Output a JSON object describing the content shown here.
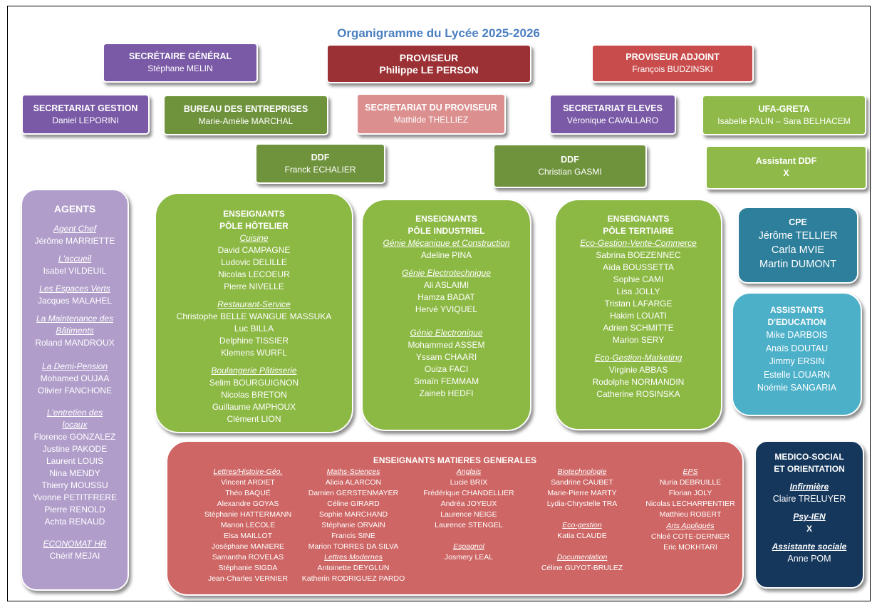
{
  "title": "Organigramme du Lycée 2025-2026",
  "top": {
    "secretaire_general": {
      "title": "SECRÉTAIRE GÉNÉRAL",
      "name": "Stéphane MELIN"
    },
    "proviseur": {
      "title": "PROVISEUR",
      "name": "Philippe LE PERSON"
    },
    "proviseur_adjoint": {
      "title": "PROVISEUR ADJOINT",
      "name": "François BUDZINSKI"
    }
  },
  "row2": {
    "secretariat_gestion": {
      "title": "SECRETARIAT GESTION",
      "name": "Daniel LEPORINI"
    },
    "bureau_entreprises": {
      "title": "BUREAU DES ENTREPRISES",
      "name": "Marie-Amélie MARCHAL"
    },
    "secretariat_proviseur": {
      "title": "SECRETARIAT DU PROVISEUR",
      "name": "Mathilde THELLIEZ"
    },
    "secretariat_eleves": {
      "title": "SECRETARIAT ELEVES",
      "name": "Véronique CAVALLARO"
    },
    "ufa_greta": {
      "title": "UFA-GRETA",
      "name": "Isabelle PALIN – Sara BELHACEM"
    }
  },
  "row3": {
    "ddf1": {
      "title": "DDF",
      "name": "Franck ECHALIER"
    },
    "ddf2": {
      "title": "DDF",
      "name": "Christian GASMI"
    },
    "assistant_ddf": {
      "title": "Assistant DDF",
      "name": "X"
    }
  },
  "agents": {
    "title": "AGENTS",
    "groups": [
      {
        "label": "Agent Chef",
        "names": [
          "Jérôme MARRIETTE"
        ]
      },
      {
        "label": "L'accueil",
        "names": [
          "Isabel VILDEUIL"
        ]
      },
      {
        "label": "Les Espaces Verts",
        "names": [
          "Jacques MALAHEL"
        ]
      },
      {
        "label": "La Maintenance des Bâtiments",
        "names": [
          "Roland MANDROUX"
        ]
      },
      {
        "label": "La Demi-Pension",
        "names": [
          "Mohamed OUJAA",
          "Olivier FANCHONE"
        ]
      },
      {
        "label": "L'entretien des locaux",
        "names": [
          "Florence GONZALEZ",
          "Justine PAKODE",
          "Laurent LOUIS",
          "Nina MENDY",
          "Thierry MOUSSU",
          "Yvonne PETITFRERE",
          "Pierre RENOLD",
          "Achta RENAUD"
        ]
      },
      {
        "label": "ECONOMAT HR",
        "names": [
          "Chérif MEJAI"
        ]
      }
    ]
  },
  "hotelier": {
    "title1": "ENSEIGNANTS",
    "title2": "PÔLE HÔTELIER",
    "groups": [
      {
        "label": "Cuisine",
        "names": [
          "David CAMPAGNE",
          "Ludovic DELILLE",
          "Nicolas LECOEUR",
          "Pierre NIVELLE"
        ]
      },
      {
        "label": "Restaurant-Service",
        "names": [
          "Christophe BELLE WANGUE MASSUKA",
          "Luc BILLA",
          "Delphine TISSIER",
          "Klemens WURFL"
        ]
      },
      {
        "label": "Boulangerie Pâtisserie",
        "names": [
          "Selim BOURGUIGNON",
          "Nicolas BRETON",
          "Guillaume AMPHOUX",
          "Clément LION"
        ]
      }
    ]
  },
  "industriel": {
    "title1": "ENSEIGNANTS",
    "title2": "PÔLE INDUSTRIEL",
    "groups": [
      {
        "label": "Génie Mécanique et Construction",
        "names": [
          "Adeline PINA"
        ]
      },
      {
        "label": "Génie Electrotechnique",
        "names": [
          "Ali ASLAIMI",
          "Hamza BADAT",
          "Hervé YVIQUEL"
        ]
      },
      {
        "label": "Génie Electronique",
        "names": [
          "Mohammed ASSEM",
          "Yssam CHAARI",
          "Ouiza FACI",
          "Smaïn FEMMAM",
          "Zaineb HEDFI"
        ]
      }
    ]
  },
  "tertiaire": {
    "title1": "ENSEIGNANTS",
    "title2": "PÔLE TERTIAIRE",
    "groups": [
      {
        "label": "Eco-Gestion-Vente-Commerce",
        "names": [
          "Sabrina BOEZENNEC",
          "Aïda BOUSSETTA",
          "Sophie CAMI",
          "Lisa JOLLY",
          "Tristan LAFARGE",
          "Hakim LOUATI",
          "Adrien SCHMITTE",
          "Marion SERY"
        ]
      },
      {
        "label": "Eco-Gestion-Marketing",
        "names": [
          "Virginie ABBAS",
          "Rodolphe NORMANDIN",
          "Catherine ROSINSKA"
        ]
      }
    ]
  },
  "cpe": {
    "title": "CPE",
    "names": [
      "Jérôme TELLIER",
      "Carla MVIE",
      "Martin DUMONT"
    ]
  },
  "assistants": {
    "title1": "ASSISTANTS",
    "title2": "D'EDUCATION",
    "names": [
      "Mike DARBOIS",
      "Anaïs DOUTAU",
      "Jimmy ERSIN",
      "Estelle LOUARN",
      "Noémie SANGARIA"
    ]
  },
  "generales": {
    "title": "ENSEIGNANTS MATIERES GENERALES",
    "columns": [
      [
        {
          "label": "Lettres/Histoire-Géo.",
          "names": [
            "Vincent ARDIET",
            "Théo BAQUÉ",
            "Alexandre GOYAS",
            "Stéphanie HATTERMANN",
            "Manon LECOLE",
            "Elsa MAILLOT",
            "Joséphane MANIERE",
            "Samantha ROVELAS",
            "Stéphanie SIGDA",
            "Jean-Charles VERNIER"
          ]
        }
      ],
      [
        {
          "label": "Maths-Sciences",
          "names": [
            "Alicia ALARCON",
            "Damien GERSTENMAYER",
            "Céline GIRARD",
            "Sophie MARCHAND",
            "Stéphanie ORVAIN",
            "Francis SINE",
            "Marion TORRES DA SILVA"
          ]
        },
        {
          "label": "Lettres Modernes",
          "names": [
            "Antoinette DEYGLUN",
            "Katherin RODRIGUEZ PARDO"
          ]
        }
      ],
      [
        {
          "label": "Anglais",
          "names": [
            "Lucie BRIX",
            "Frédérique CHANDELLIER",
            "Andréa JOYEUX",
            "Laurence NEIGE",
            "Laurence STENGEL"
          ]
        },
        {
          "label": "Espagnol",
          "names": [
            "Josmery LEAL"
          ]
        }
      ],
      [
        {
          "label": "Biotechnologie",
          "names": [
            "Sandrine CAUBET",
            "Marie-Pierre MARTY",
            "Lydia-Chrystelle TRA"
          ]
        },
        {
          "label": "Eco-gestion",
          "names": [
            "Katia CLAUDE"
          ]
        },
        {
          "label": "Documentation",
          "names": [
            "Céline GUYOT-BRULEZ"
          ]
        }
      ],
      [
        {
          "label": "EPS",
          "names": [
            "Nuria DEBRUILLE",
            "Florian JOLY",
            "Nicolas LECHARPENTIER",
            "Matthieu ROBERT"
          ]
        },
        {
          "label": "Arts Appliqués",
          "names": [
            "Chloé COTE-DERNIER",
            "Eric MOKHTARI"
          ]
        }
      ]
    ]
  },
  "medico": {
    "title1": "MEDICO-SOCIAL",
    "title2": "ET ORIENTATION",
    "groups": [
      {
        "label": "Infirmière",
        "names": [
          "Claire TRELUYER"
        ]
      },
      {
        "label": "Psy-IEN",
        "names": [
          "X"
        ]
      },
      {
        "label": "Assistante sociale",
        "names": [
          "Anne POM"
        ]
      }
    ]
  }
}
